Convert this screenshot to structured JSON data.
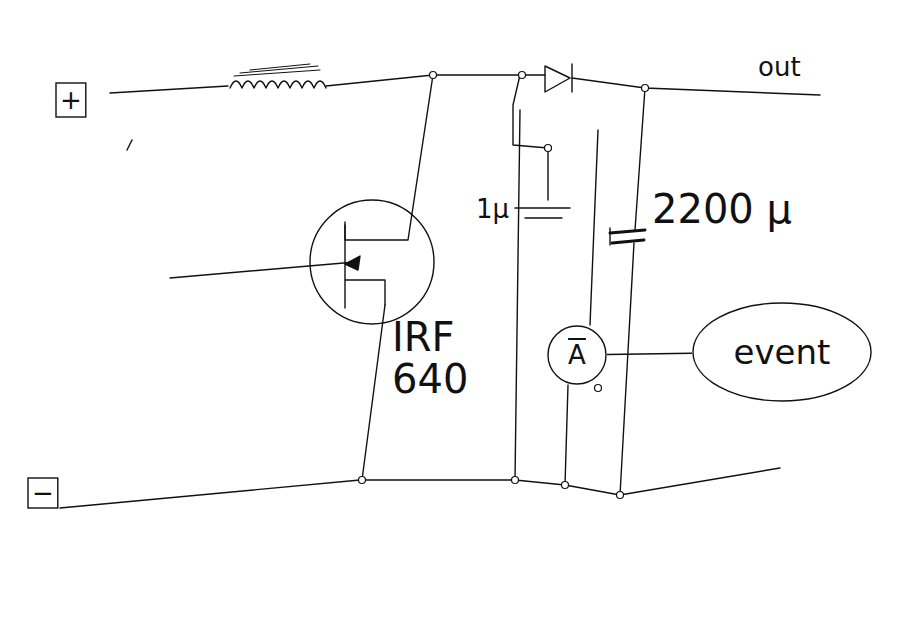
{
  "diagram": {
    "nodes": [
      {
        "text": [
          "+"
        ]
      },
      {
        "text": [
          "A"
        ]
      },
      {
        "text": [
          "event"
        ]
      },
      {
        "text": [
          "−"
        ]
      }
    ],
    "edges": [
      {
        "from": 1,
        "to": 2,
        "arrow": "none"
      }
    ],
    "labels": [
      "out",
      "1μ",
      "2200 μ",
      "IRF 640"
    ]
  }
}
